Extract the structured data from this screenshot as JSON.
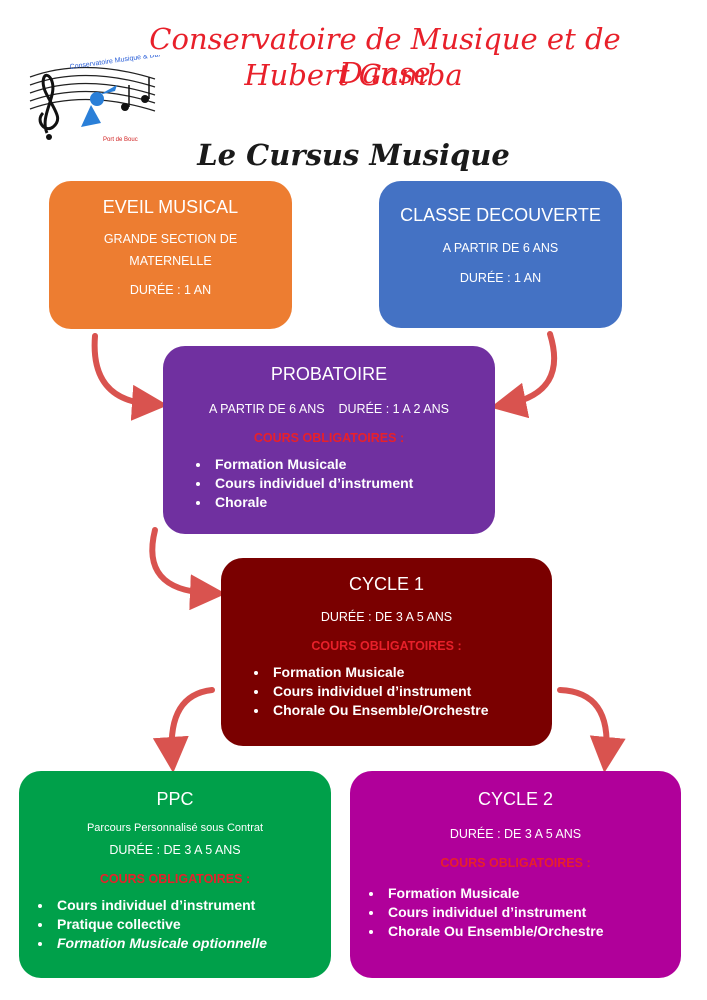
{
  "header": {
    "title_line1": "Conservatoire de  Musique et de  Danse",
    "title_line2": "Hubert  Gamba",
    "subtitle": "Le Cursus Musique",
    "logo_text_top": "Conservatoire  Musique & Danse",
    "logo_text_bottom": "Port de Bouc"
  },
  "colors": {
    "eveil": "#ed7d31",
    "decouverte": "#4472c4",
    "probatoire": "#7030a0",
    "cycle1": "#7a0000",
    "ppc": "#00a04a",
    "cycle2": "#b0009a",
    "arrow": "#d9534f",
    "required": "#e8202a"
  },
  "eveil": {
    "title": "EVEIL MUSICAL",
    "line1": "GRANDE SECTION DE",
    "line2": "MATERNELLE",
    "duration": "DURÉE : 1 AN"
  },
  "decouverte": {
    "title": "CLASSE DECOUVERTE",
    "line1": "A PARTIR DE 6 ANS",
    "duration": "DURÉE : 1 AN"
  },
  "probatoire": {
    "title": "PROBATOIRE",
    "line1": "A PARTIR DE 6 ANS    DURÉE : 1 A 2 ANS",
    "required": "COURS OBLIGATOIRES :",
    "items": [
      "Formation Musicale",
      "Cours individuel d’instrument",
      "Chorale"
    ]
  },
  "cycle1": {
    "title": "CYCLE 1",
    "duration": "DURÉE : DE 3 A 5 ANS",
    "required": "COURS OBLIGATOIRES :",
    "items": [
      "Formation Musicale",
      "Cours individuel d’instrument",
      "Chorale Ou Ensemble/Orchestre"
    ]
  },
  "ppc": {
    "title": "PPC",
    "line1": "Parcours Personnalisé sous Contrat",
    "duration": "DURÉE : DE 3 A 5 ANS",
    "required": "COURS OBLIGATOIRES :",
    "items": [
      "Cours individuel d’instrument",
      "Pratique collective",
      "Formation Musicale optionnelle"
    ]
  },
  "cycle2": {
    "title": "CYCLE 2",
    "duration": "DURÉE : DE 3 A 5 ANS",
    "required": "COURS OBLIGATOIRES :",
    "items": [
      "Formation Musicale",
      "Cours individuel d’instrument",
      "Chorale Ou Ensemble/Orchestre"
    ]
  }
}
